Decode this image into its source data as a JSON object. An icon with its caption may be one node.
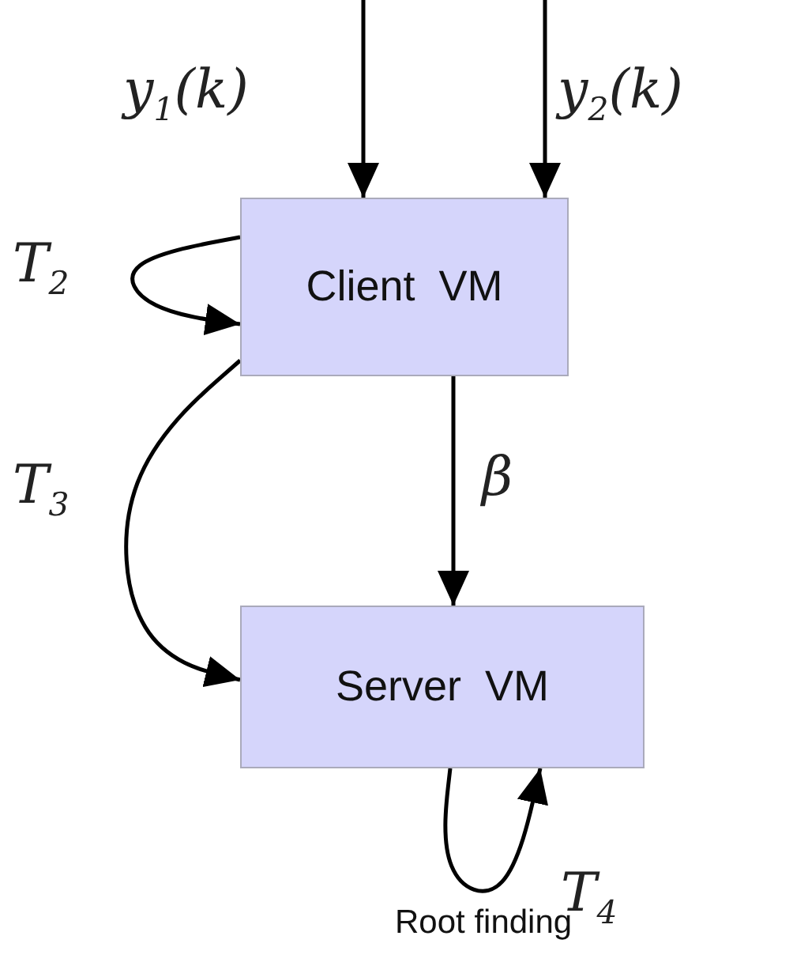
{
  "diagram": {
    "nodes": [
      {
        "text": [
          "Client  VM"
        ]
      },
      {
        "text": [
          "Server  VM"
        ]
      }
    ],
    "edges": [
      {
        "from": null,
        "to": 0,
        "arrow": "to",
        "label": "y$_{1}$(k)"
      },
      {
        "from": null,
        "to": 0,
        "arrow": "to",
        "label": "y$_{2}$(k)"
      },
      {
        "from": 0,
        "to": 0,
        "arrow": "to",
        "label": "T$_{2}$"
      },
      {
        "from": 0,
        "to": 1,
        "arrow": "to",
        "label": "T$_{3}$"
      },
      {
        "from": 0,
        "to": 1,
        "arrow": "to",
        "label": "β"
      },
      {
        "from": 1,
        "to": 1,
        "arrow": "to",
        "label": "T$_{4}$"
      }
    ],
    "labels": [
      "Root finding"
    ]
  }
}
